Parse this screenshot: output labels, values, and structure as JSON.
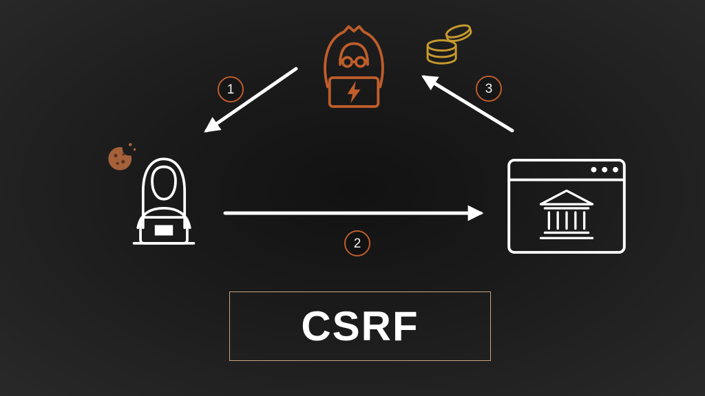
{
  "title": "CSRF",
  "badges": [
    {
      "label": "1"
    },
    {
      "label": "2"
    },
    {
      "label": "3"
    }
  ],
  "icons": {
    "hacker": "hooded-hacker-with-laptop",
    "coins": "money-coins-stack",
    "cookie": "bitten-cookie",
    "user": "woman-at-laptop",
    "browser": "browser-window-with-bank"
  },
  "arrows": [
    {
      "step": "1",
      "from": "hacker",
      "to": "user",
      "direction": "down-left"
    },
    {
      "step": "2",
      "from": "user",
      "to": "bank-site",
      "direction": "right"
    },
    {
      "step": "3",
      "from": "bank-site",
      "to": "hacker",
      "direction": "up-left"
    }
  ],
  "colors": {
    "bg_center": "#121212",
    "bg_edge": "#292929",
    "hacker": "#bf5d2b",
    "coins": "#c79a2e",
    "cookie": "#a5613a",
    "cookie_chip": "#5c3420",
    "arrow": "#ffffff",
    "badge_border": "#bf5d2b",
    "badge_text": "#f5f5f5",
    "box_border": "#c9a87f",
    "title_color": "#ffffff"
  }
}
